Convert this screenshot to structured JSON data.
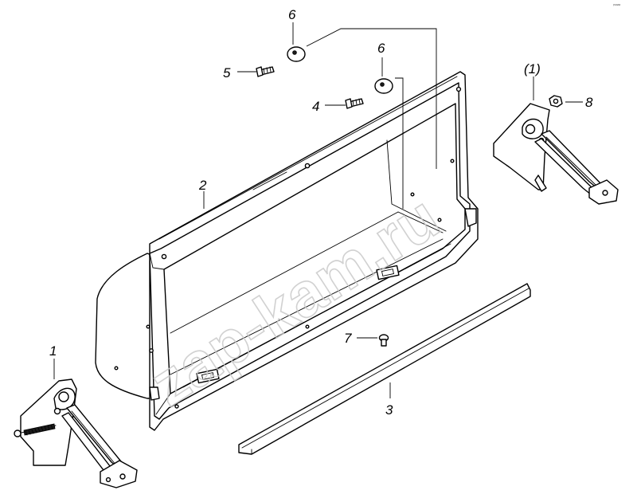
{
  "callouts": {
    "part_1": "1",
    "part_1_ref": "(1)",
    "part_2": "2",
    "part_3": "3",
    "part_4": "4",
    "part_5": "5",
    "part_6_a": "6",
    "part_6_b": "6",
    "part_7": "7",
    "part_8": "8"
  },
  "watermark": "zap-kam.ru",
  "corner_code": "ᵖˢᵃᵃᵃ"
}
